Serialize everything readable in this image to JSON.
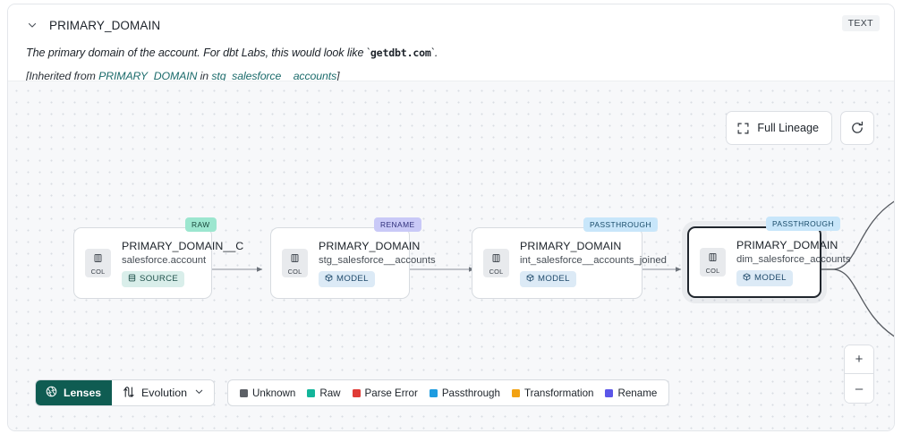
{
  "header": {
    "chevron_icon": "chevron-down-icon",
    "title": "PRIMARY_DOMAIN",
    "type_badge": "TEXT",
    "description_prefix": "The primary domain of the account. For dbt Labs, this would look like `",
    "description_code": "getdbt.com",
    "description_suffix": "`.",
    "inherited_prefix": "[Inherited from ",
    "inherited_link_column": "PRIMARY_DOMAIN",
    "inherited_mid": " in ",
    "inherited_link_model": "stg_salesforce__accounts",
    "inherited_suffix": "]"
  },
  "controls": {
    "full_lineage_label": "Full Lineage",
    "full_lineage_icon": "expand-icon",
    "refresh_icon": "refresh-icon",
    "zoom_in_label": "+",
    "zoom_out_label": "–"
  },
  "graph": {
    "nodes": [
      {
        "tag": "RAW",
        "tag_style": "raw",
        "chip_label": "COL",
        "chip_icon": "column-icon",
        "title": "PRIMARY_DOMAIN__C",
        "subtitle": "salesforce.account",
        "kind": "SOURCE",
        "kind_icon": "database-icon",
        "kind_style": "source",
        "selected": false
      },
      {
        "tag": "RENAME",
        "tag_style": "rename",
        "chip_label": "COL",
        "chip_icon": "column-icon",
        "title": "PRIMARY_DOMAIN",
        "subtitle": "stg_salesforce__accounts",
        "kind": "MODEL",
        "kind_icon": "cube-icon",
        "kind_style": "model",
        "selected": false
      },
      {
        "tag": "PASSTHROUGH",
        "tag_style": "passthrough",
        "chip_label": "COL",
        "chip_icon": "column-icon",
        "title": "PRIMARY_DOMAIN",
        "subtitle": "int_salesforce__accounts_joined",
        "kind": "MODEL",
        "kind_icon": "cube-icon",
        "kind_style": "model",
        "selected": false
      },
      {
        "tag": "PASSTHROUGH",
        "tag_style": "passthrough",
        "chip_label": "COL",
        "chip_icon": "column-icon",
        "title": "PRIMARY_DOMAIN",
        "subtitle": "dim_salesforce_accounts",
        "kind": "MODEL",
        "kind_icon": "cube-icon",
        "kind_style": "model",
        "selected": true
      }
    ]
  },
  "bottom": {
    "lenses_label": "Lenses",
    "lenses_icon": "aperture-icon",
    "evolution_label": "Evolution",
    "evolution_icon": "evolution-arrows-icon",
    "evolution_chevron": "chevron-down-icon",
    "legend": [
      {
        "label": "Unknown",
        "color": "#5c6066"
      },
      {
        "label": "Raw",
        "color": "#13b59a"
      },
      {
        "label": "Parse Error",
        "color": "#e03b36"
      },
      {
        "label": "Passthrough",
        "color": "#1e9ce0"
      },
      {
        "label": "Transformation",
        "color": "#f2a213"
      },
      {
        "label": "Rename",
        "color": "#5b56e8"
      }
    ]
  }
}
